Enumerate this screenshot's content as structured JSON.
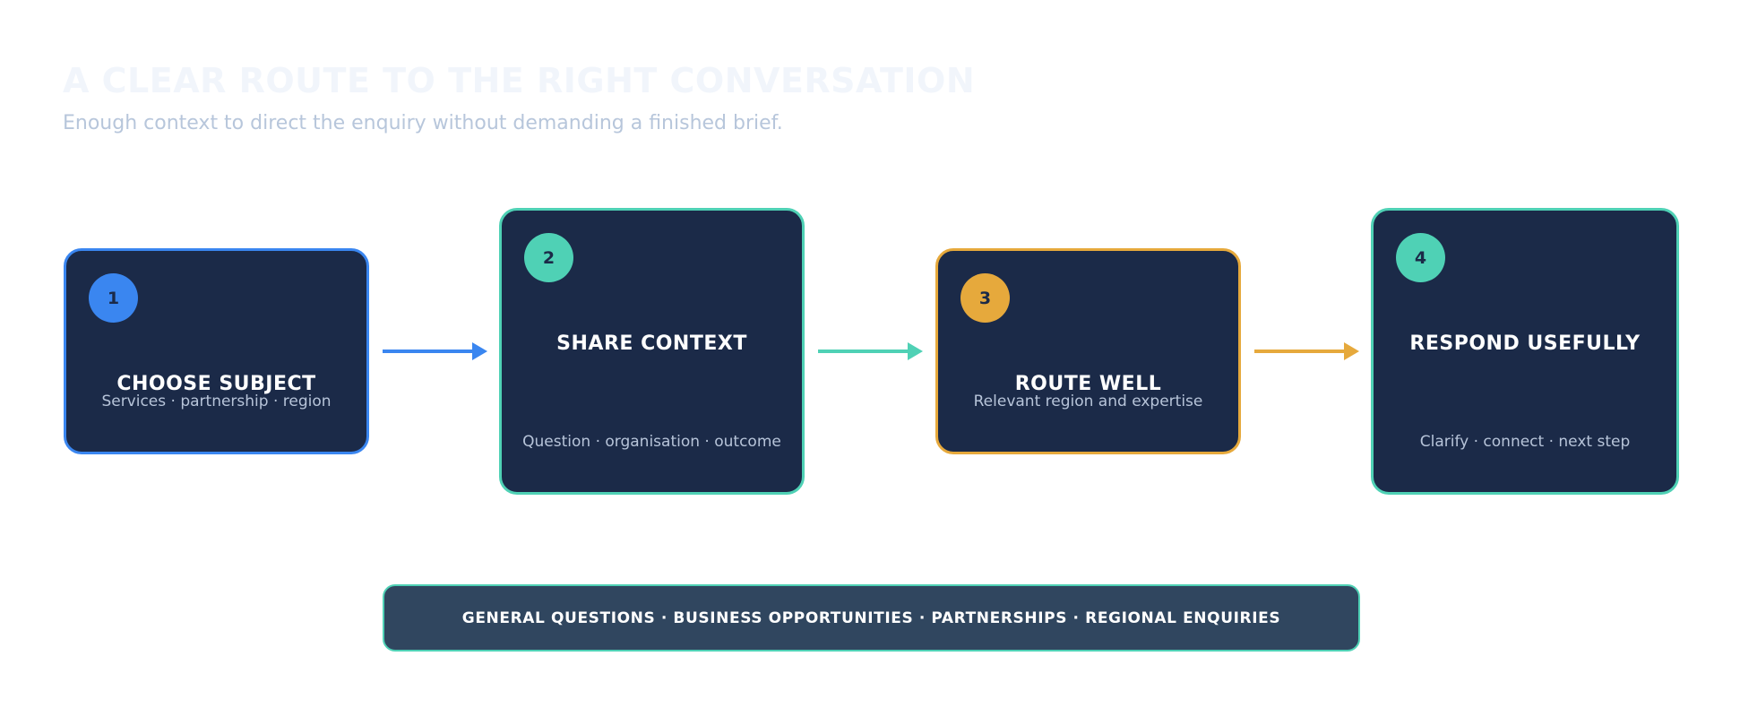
{
  "header": {
    "title": "A CLEAR ROUTE TO THE RIGHT CONVERSATION",
    "subtitle": "Enough context to direct the enquiry without demanding a finished brief."
  },
  "steps": [
    {
      "number": "1",
      "title": "CHOOSE SUBJECT",
      "detail": "Services · partnership · region",
      "accent": "#3a86f0"
    },
    {
      "number": "2",
      "title": "SHARE CONTEXT",
      "detail": "Question · organisation · outcome",
      "accent": "#4fd1b5"
    },
    {
      "number": "3",
      "title": "ROUTE WELL",
      "detail": "Relevant region and expertise",
      "accent": "#e6a93c"
    },
    {
      "number": "4",
      "title": "RESPOND USEFULLY",
      "detail": "Clarify · connect · next step",
      "accent": "#4fd1b5"
    }
  ],
  "topics_bar": {
    "text": "GENERAL QUESTIONS · BUSINESS OPPORTUNITIES · PARTNERSHIPS · REGIONAL ENQUIRIES",
    "border_color": "#4fd1b5"
  },
  "colors": {
    "card_background": "#1b2a48",
    "bar_background": "#30465f"
  }
}
